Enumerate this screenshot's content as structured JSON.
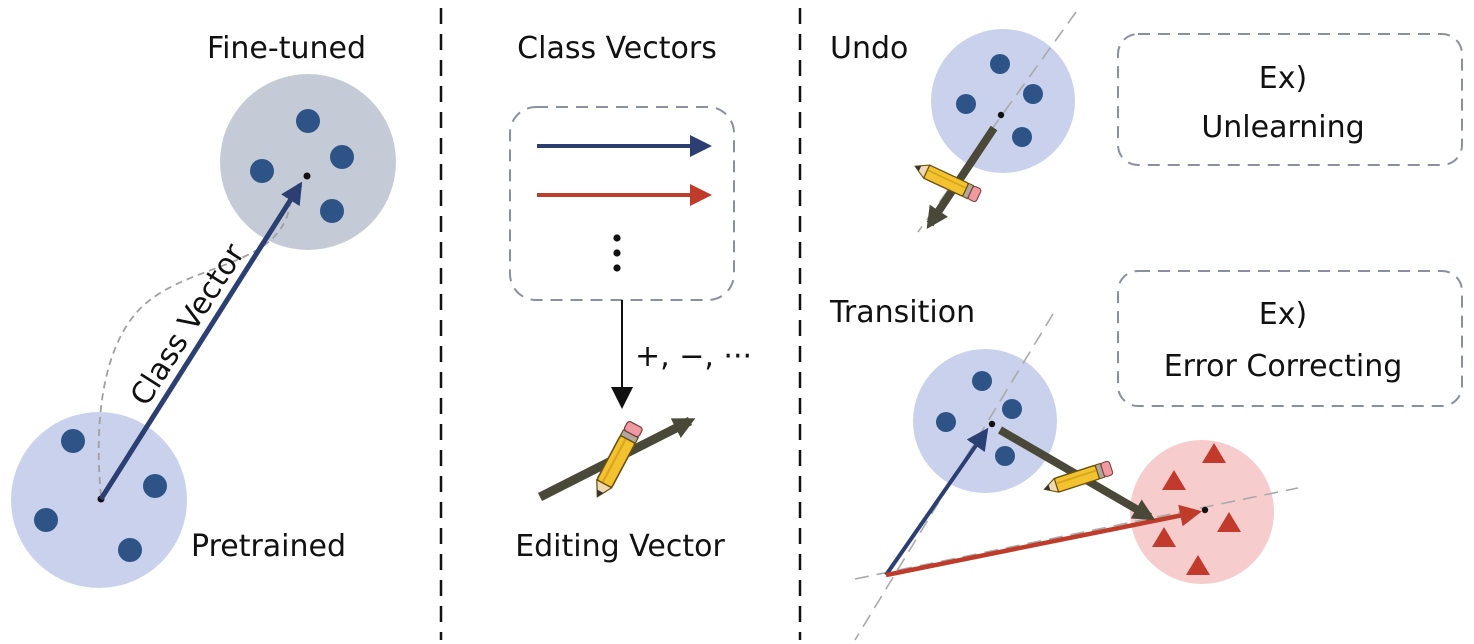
{
  "panel_left": {
    "fine_tuned_label": "Fine-tuned",
    "pretrained_label": "Pretrained",
    "class_vector_label": "Class Vector"
  },
  "panel_middle": {
    "title": "Class Vectors",
    "ellipsis": "⋮",
    "operations_label": "+, −, ···",
    "editing_vector_label": "Editing Vector"
  },
  "panel_right": {
    "undo_label": "Undo",
    "undo_example_line1": "Ex)",
    "undo_example_line2": "Unlearning",
    "transition_label": "Transition",
    "transition_example_line1": "Ex)",
    "transition_example_line2": "Error Correcting"
  },
  "colors": {
    "class_vector_blue": "#2b3f72",
    "red_vector": "#bf3b2a",
    "editing_vector": "#4a4838",
    "blue_cluster_fill": "#c9d1ec",
    "gray_cluster_fill": "#c5cbd6",
    "red_cluster_fill": "#f6cccc",
    "dot_blue": "#2e5487",
    "triangle_red": "#c23a2c",
    "dashed_box": "#8a90a0"
  },
  "icons": [
    "pencil-icon"
  ]
}
